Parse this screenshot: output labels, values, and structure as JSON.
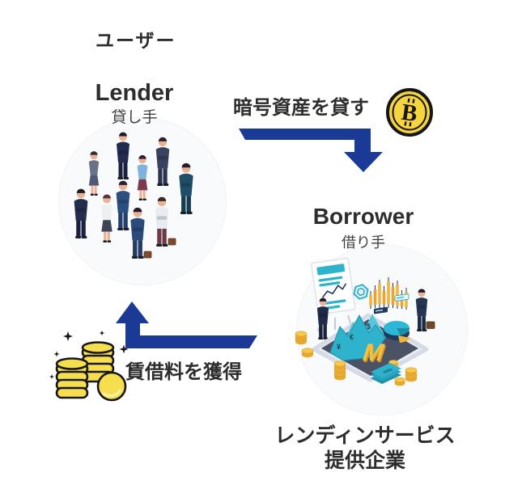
{
  "diagram": {
    "heading": "ユーザー",
    "lender": {
      "title": "Lender",
      "subtitle": "貸し手"
    },
    "borrower": {
      "title": "Borrower",
      "subtitle": "借り手"
    },
    "provider": {
      "line1": "レンディンサービス",
      "line2": "提供企業"
    },
    "flows": {
      "lend": {
        "label": "暗号資産を貸す",
        "icon": "bitcoin-coin-icon",
        "from": "Lender",
        "to": "Borrower"
      },
      "earn": {
        "label": "賃借料を獲得",
        "icon": "coin-stack-icon",
        "from": "Borrower",
        "to": "Lender"
      }
    },
    "icons": [
      "bitcoin-coin-icon",
      "coin-stack-icon"
    ],
    "illustrations": [
      "lender-people-illustration",
      "borrower-business-scene-illustration"
    ],
    "colors": {
      "arrow-blue": "#1a3a96",
      "text-dark": "#2d2d2d",
      "text-soft": "#3f3f3f",
      "coin-yellow": "#f7de4e",
      "outline-black": "#161616",
      "teal": "#2fb3cc",
      "teal-dark": "#1f93ab",
      "navy": "#1e3a5e",
      "slate": "#4b5265",
      "gold": "#f2b53c",
      "gold-dark": "#d89a25",
      "circle-fill": "#f9fafc",
      "circle-edge": "#f0f2f5"
    }
  }
}
